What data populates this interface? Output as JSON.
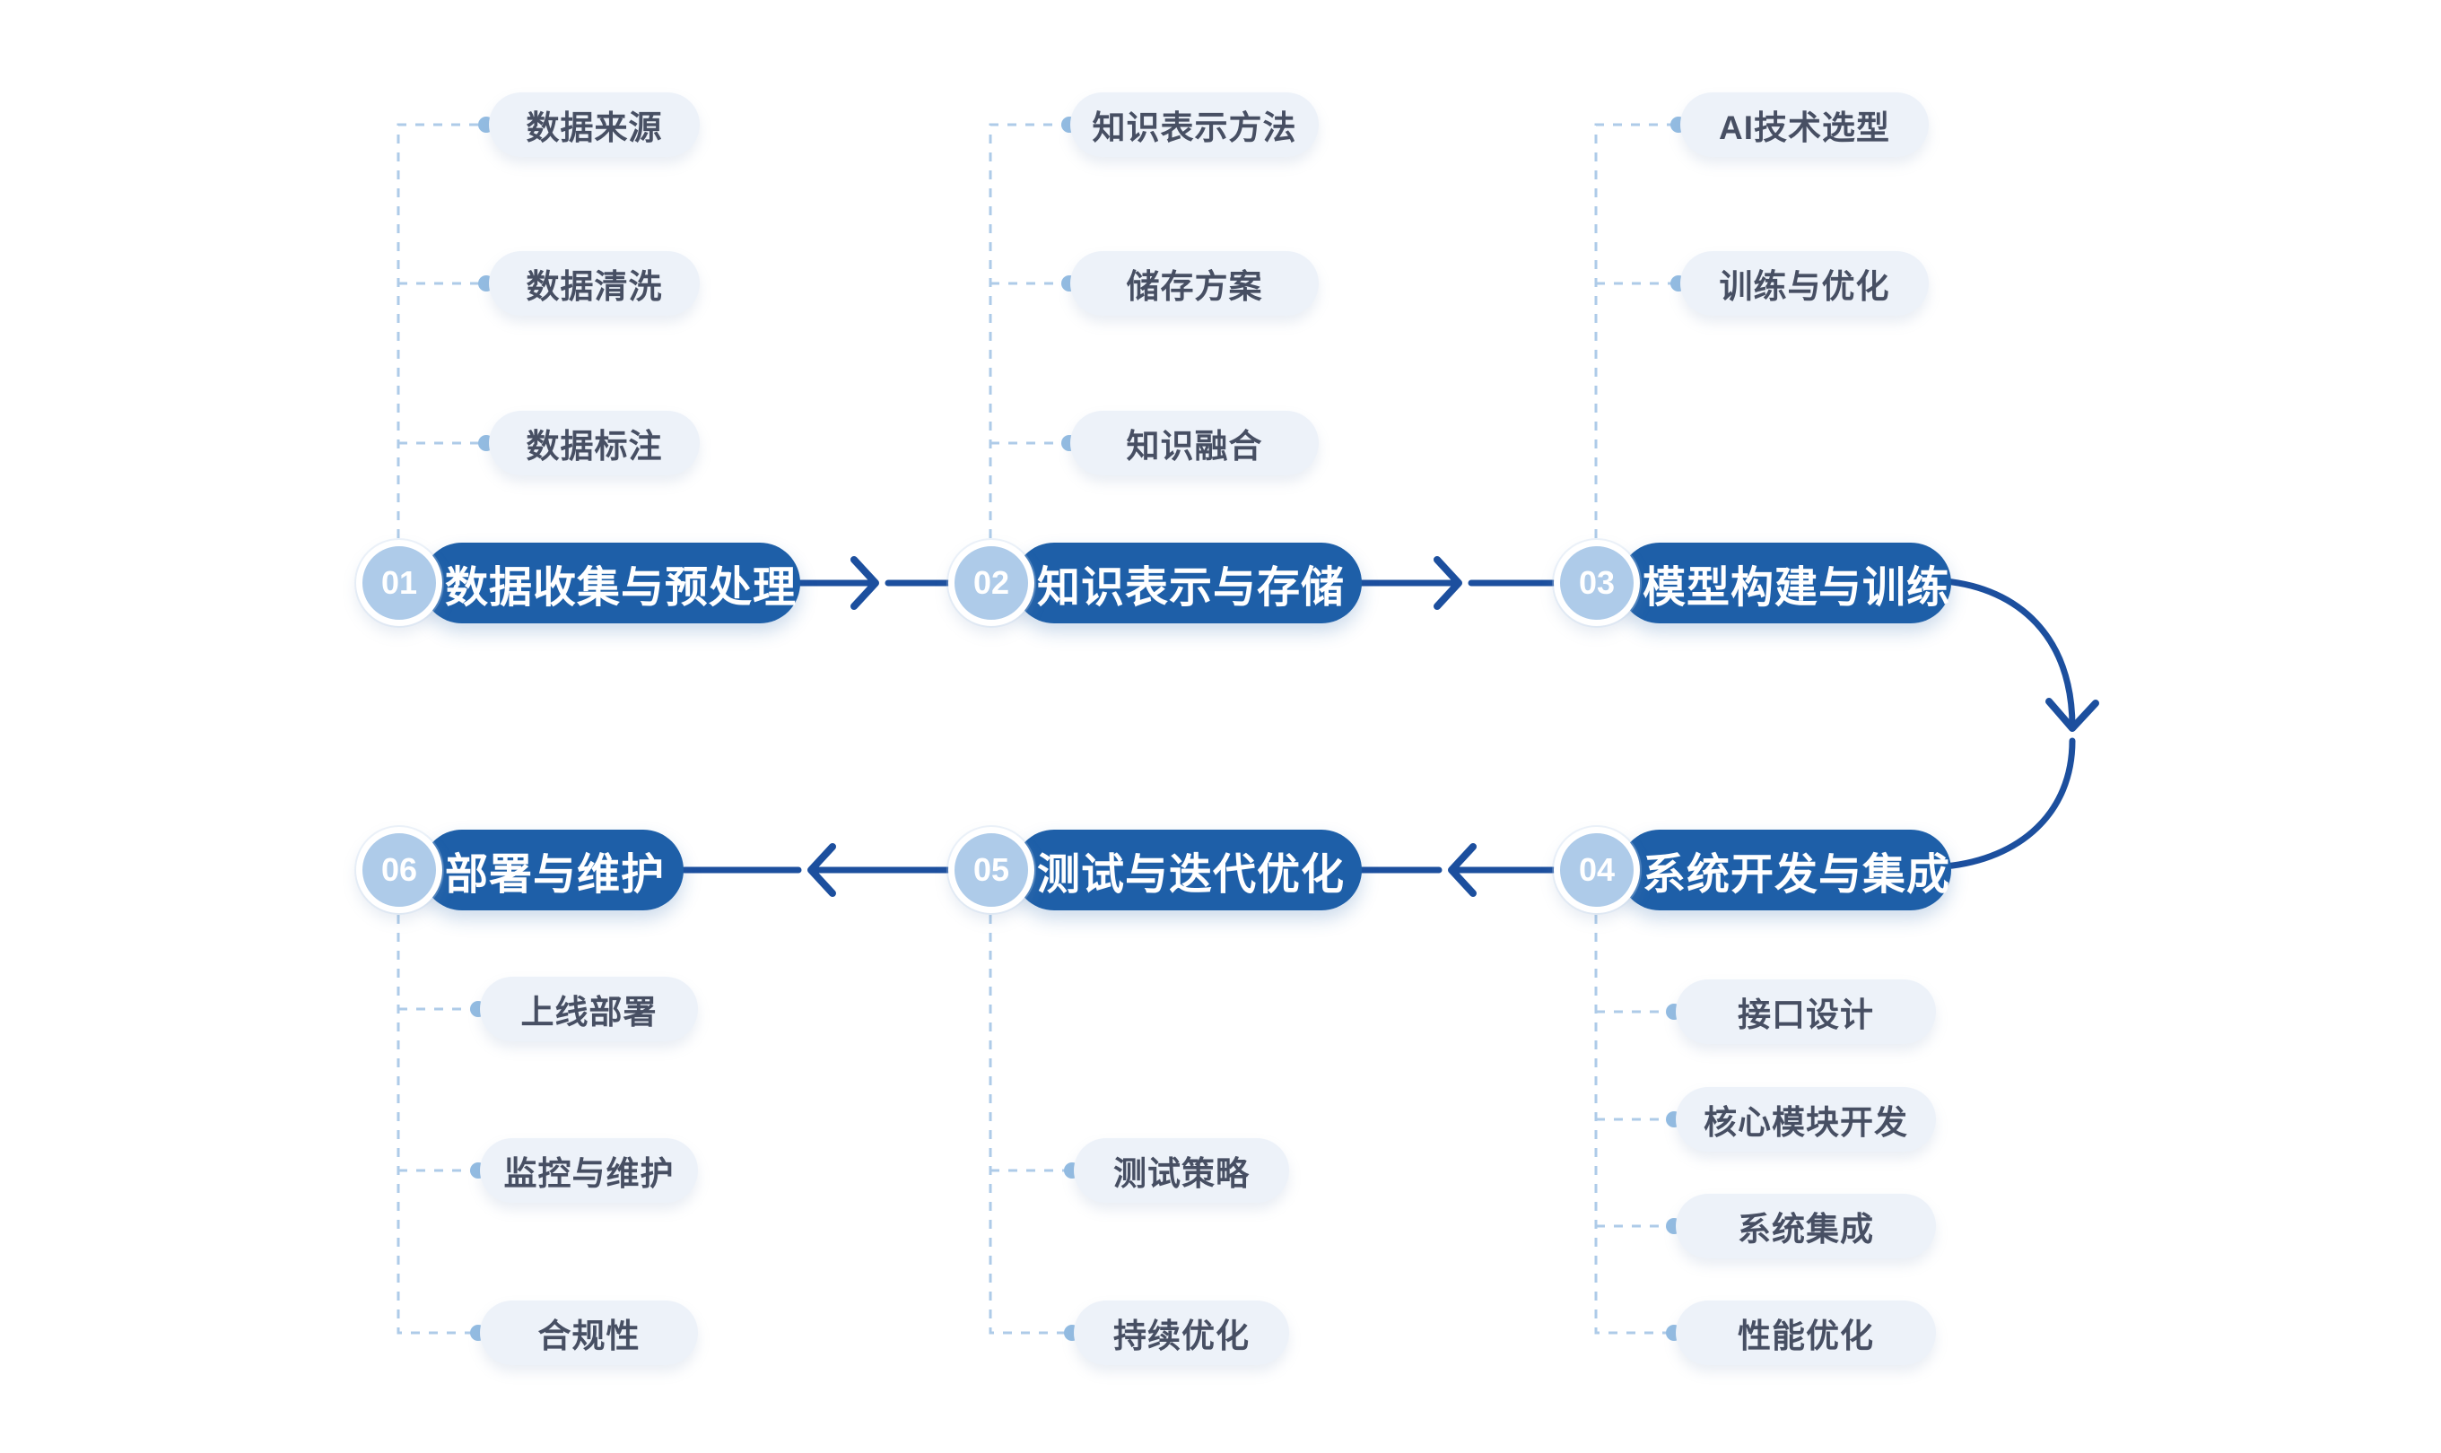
{
  "colors": {
    "background": "#ffffff",
    "stage_pill_blue": "#1e5fa8",
    "arrow_blue": "#1c4f9e",
    "number_badge_blue": "#aecbe9",
    "number_text": "#ffffff",
    "sub_pill_background": "#edf2f9",
    "sub_pill_text": "#474f63",
    "dashed_line_blue": "#aecbe8",
    "branch_dot_blue": "#93bce2"
  },
  "stages": [
    {
      "number": "01",
      "label": "数据收集与预处理",
      "items": [
        "数据来源",
        "数据清洗",
        "数据标注"
      ]
    },
    {
      "number": "02",
      "label": "知识表示与存储",
      "items": [
        "知识表示方法",
        "储存方案",
        "知识融合"
      ]
    },
    {
      "number": "03",
      "label": "模型构建与训练",
      "items": [
        "AI技术选型",
        "训练与优化"
      ]
    },
    {
      "number": "04",
      "label": "系统开发与集成",
      "items": [
        "接口设计",
        "核心模块开发",
        "系统集成",
        "性能优化"
      ]
    },
    {
      "number": "05",
      "label": "测试与迭代优化",
      "items": [
        "测试策略",
        "持续优化"
      ]
    },
    {
      "number": "06",
      "label": "部署与维护",
      "items": [
        "上线部署",
        "监控与维护",
        "合规性"
      ]
    }
  ]
}
